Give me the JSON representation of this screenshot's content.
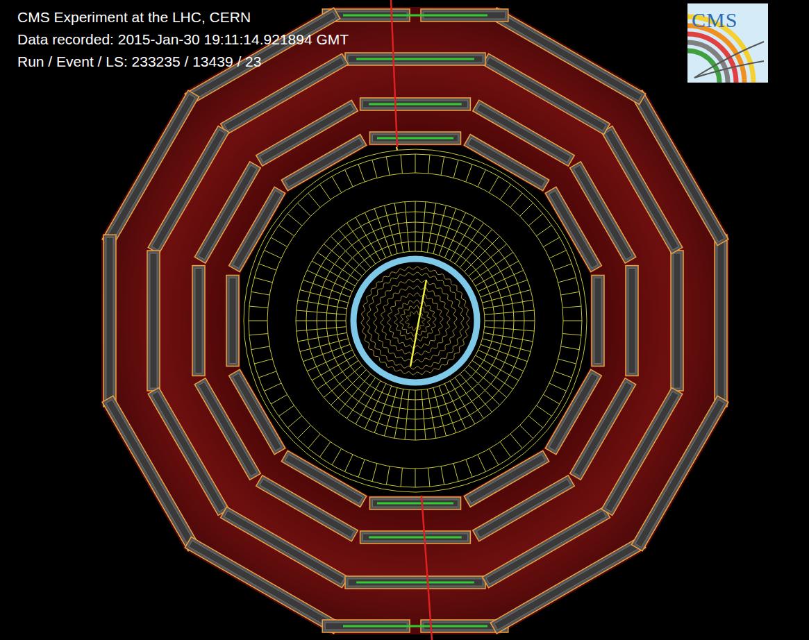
{
  "diagram": {
    "labels": [
      "CMS Experiment at the LHC, CERN",
      "Data recorded: 2015-Jan-30 19:11:14.921894 GMT",
      "Run / Event / LS: 233235 / 13439 / 23",
      "CMS"
    ]
  }
}
